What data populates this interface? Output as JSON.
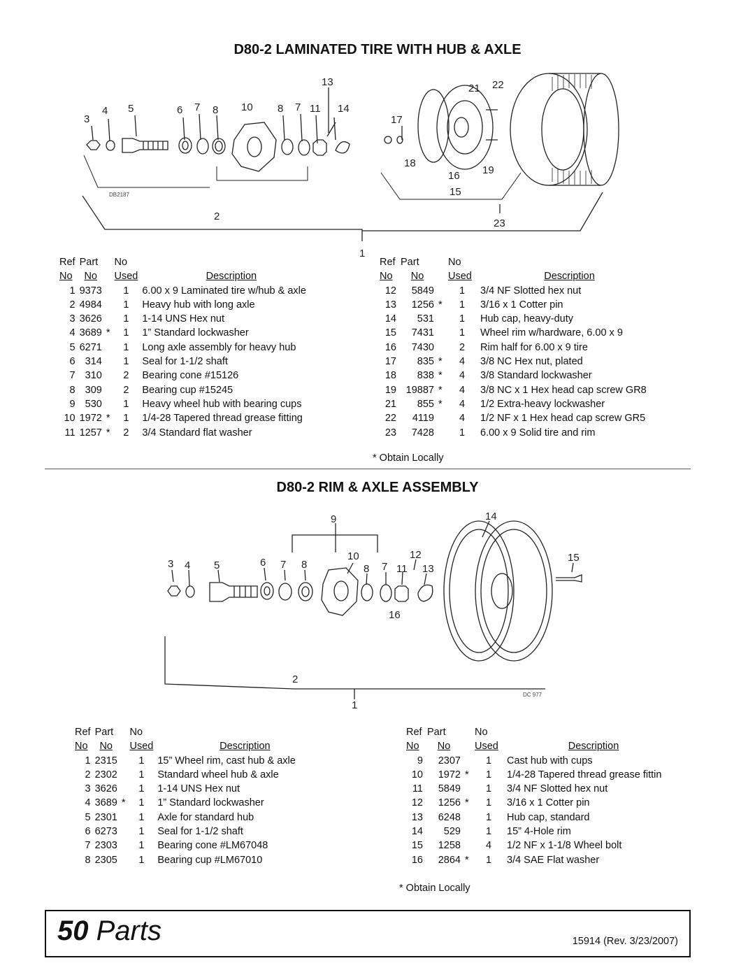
{
  "section1": {
    "title": "D80-2 LAMINATED TIRE WITH HUB & AXLE",
    "callouts": [
      "1",
      "2",
      "3",
      "4",
      "5",
      "6",
      "7",
      "8",
      "10",
      "8",
      "7",
      "11",
      "14",
      "13",
      "21",
      "22",
      "17",
      "18",
      "16",
      "19",
      "15",
      "23"
    ],
    "drawing_code": "DB2187",
    "headers": {
      "ref": "Ref",
      "no": "No",
      "part": "Part",
      "part_no": "No",
      "qty": "No",
      "used": "Used",
      "desc": "Description"
    },
    "left_rows": [
      {
        "ref": "1",
        "part": "9373",
        "star": "",
        "qty": "1",
        "desc": "6.00 x 9 Laminated tire w/hub & axle"
      },
      {
        "ref": "2",
        "part": "4984",
        "star": "",
        "qty": "1",
        "desc": "Heavy hub with long axle"
      },
      {
        "ref": "3",
        "part": "3626",
        "star": "",
        "qty": "1",
        "desc": "1-14 UNS Hex nut"
      },
      {
        "ref": "4",
        "part": "3689",
        "star": "*",
        "qty": "1",
        "desc": "1” Standard lockwasher"
      },
      {
        "ref": "5",
        "part": "6271",
        "star": "",
        "qty": "1",
        "desc": "Long axle assembly for heavy hub"
      },
      {
        "ref": "6",
        "part": "314",
        "star": "",
        "qty": "1",
        "desc": "Seal for 1-1/2 shaft"
      },
      {
        "ref": "7",
        "part": "310",
        "star": "",
        "qty": "2",
        "desc": "Bearing cone #15126"
      },
      {
        "ref": "8",
        "part": "309",
        "star": "",
        "qty": "2",
        "desc": "Bearing cup #15245"
      },
      {
        "ref": "9",
        "part": "530",
        "star": "",
        "qty": "1",
        "desc": "Heavy wheel hub with bearing cups"
      },
      {
        "ref": "10",
        "part": "1972",
        "star": "*",
        "qty": "1",
        "desc": "1/4-28 Tapered thread grease fitting"
      },
      {
        "ref": "11",
        "part": "1257",
        "star": "*",
        "qty": "2",
        "desc": "3/4 Standard flat washer"
      }
    ],
    "right_rows": [
      {
        "ref": "12",
        "part": "5849",
        "star": "",
        "qty": "1",
        "desc": "3/4 NF Slotted hex nut"
      },
      {
        "ref": "13",
        "part": "1256",
        "star": "*",
        "qty": "1",
        "desc": "3/16 x 1 Cotter pin"
      },
      {
        "ref": "14",
        "part": "531",
        "star": "",
        "qty": "1",
        "desc": "Hub cap, heavy-duty"
      },
      {
        "ref": "15",
        "part": "7431",
        "star": "",
        "qty": "1",
        "desc": "Wheel rim w/hardware, 6.00 x 9"
      },
      {
        "ref": "16",
        "part": "7430",
        "star": "",
        "qty": "2",
        "desc": "Rim half for 6.00 x 9 tire"
      },
      {
        "ref": "17",
        "part": "835",
        "star": "*",
        "qty": "4",
        "desc": "3/8 NC Hex nut, plated"
      },
      {
        "ref": "18",
        "part": "838",
        "star": "*",
        "qty": "4",
        "desc": "3/8 Standard lockwasher"
      },
      {
        "ref": "19",
        "part": "19887",
        "star": "*",
        "qty": "4",
        "desc": "3/8 NC x 1 Hex head cap screw GR8"
      },
      {
        "ref": "21",
        "part": "855",
        "star": "*",
        "qty": "4",
        "desc": "1/2 Extra-heavy lockwasher"
      },
      {
        "ref": "22",
        "part": "4119",
        "star": "",
        "qty": "4",
        "desc": "1/2 NF x 1 Hex head cap screw GR5"
      },
      {
        "ref": "23",
        "part": "7428",
        "star": "",
        "qty": "1",
        "desc": "6.00 x 9 Solid tire and rim"
      }
    ],
    "note": "* Obtain Locally"
  },
  "section2": {
    "title": "D80-2 RIM & AXLE ASSEMBLY",
    "callouts": [
      "9",
      "14",
      "3",
      "4",
      "5",
      "6",
      "7",
      "8",
      "10",
      "12",
      "8",
      "7",
      "11",
      "13",
      "15",
      "16",
      "2",
      "1"
    ],
    "drawing_code": "DC 977",
    "headers": {
      "ref": "Ref",
      "no": "No",
      "part": "Part",
      "part_no": "No",
      "qty": "No",
      "used": "Used",
      "desc": "Description"
    },
    "left_rows": [
      {
        "ref": "1",
        "part": "2315",
        "star": "",
        "qty": "1",
        "desc": "15” Wheel rim, cast hub & axle"
      },
      {
        "ref": "2",
        "part": "2302",
        "star": "",
        "qty": "1",
        "desc": "Standard wheel hub & axle"
      },
      {
        "ref": "3",
        "part": "3626",
        "star": "",
        "qty": "1",
        "desc": "1-14 UNS Hex nut"
      },
      {
        "ref": "4",
        "part": "3689",
        "star": "*",
        "qty": "1",
        "desc": "1” Standard lockwasher"
      },
      {
        "ref": "5",
        "part": "2301",
        "star": "",
        "qty": "1",
        "desc": "Axle for standard hub"
      },
      {
        "ref": "6",
        "part": "6273",
        "star": "",
        "qty": "1",
        "desc": "Seal for 1-1/2 shaft"
      },
      {
        "ref": "7",
        "part": "2303",
        "star": "",
        "qty": "1",
        "desc": "Bearing cone #LM67048"
      },
      {
        "ref": "8",
        "part": "2305",
        "star": "",
        "qty": "1",
        "desc": "Bearing cup #LM67010"
      }
    ],
    "right_rows": [
      {
        "ref": "9",
        "part": "2307",
        "star": "",
        "qty": "1",
        "desc": "Cast hub with cups"
      },
      {
        "ref": "10",
        "part": "1972",
        "star": "*",
        "qty": "1",
        "desc": "1/4-28 Tapered thread grease fittin"
      },
      {
        "ref": "11",
        "part": "5849",
        "star": "",
        "qty": "1",
        "desc": "3/4 NF Slotted hex nut"
      },
      {
        "ref": "12",
        "part": "1256",
        "star": "*",
        "qty": "1",
        "desc": "3/16 x 1 Cotter pin"
      },
      {
        "ref": "13",
        "part": "6248",
        "star": "",
        "qty": "1",
        "desc": "Hub cap, standard"
      },
      {
        "ref": "14",
        "part": "529",
        "star": "",
        "qty": "1",
        "desc": "15” 4-Hole rim"
      },
      {
        "ref": "15",
        "part": "1258",
        "star": "",
        "qty": "4",
        "desc": "1/2 NF x 1-1/8 Wheel bolt"
      },
      {
        "ref": "16",
        "part": "2864",
        "star": "*",
        "qty": "1",
        "desc": "3/4 SAE Flat washer"
      }
    ],
    "note": "* Obtain Locally"
  },
  "footer": {
    "page_number": "50",
    "page_title": "Parts",
    "doc_rev": "15914 (Rev. 3/23/2007)"
  }
}
